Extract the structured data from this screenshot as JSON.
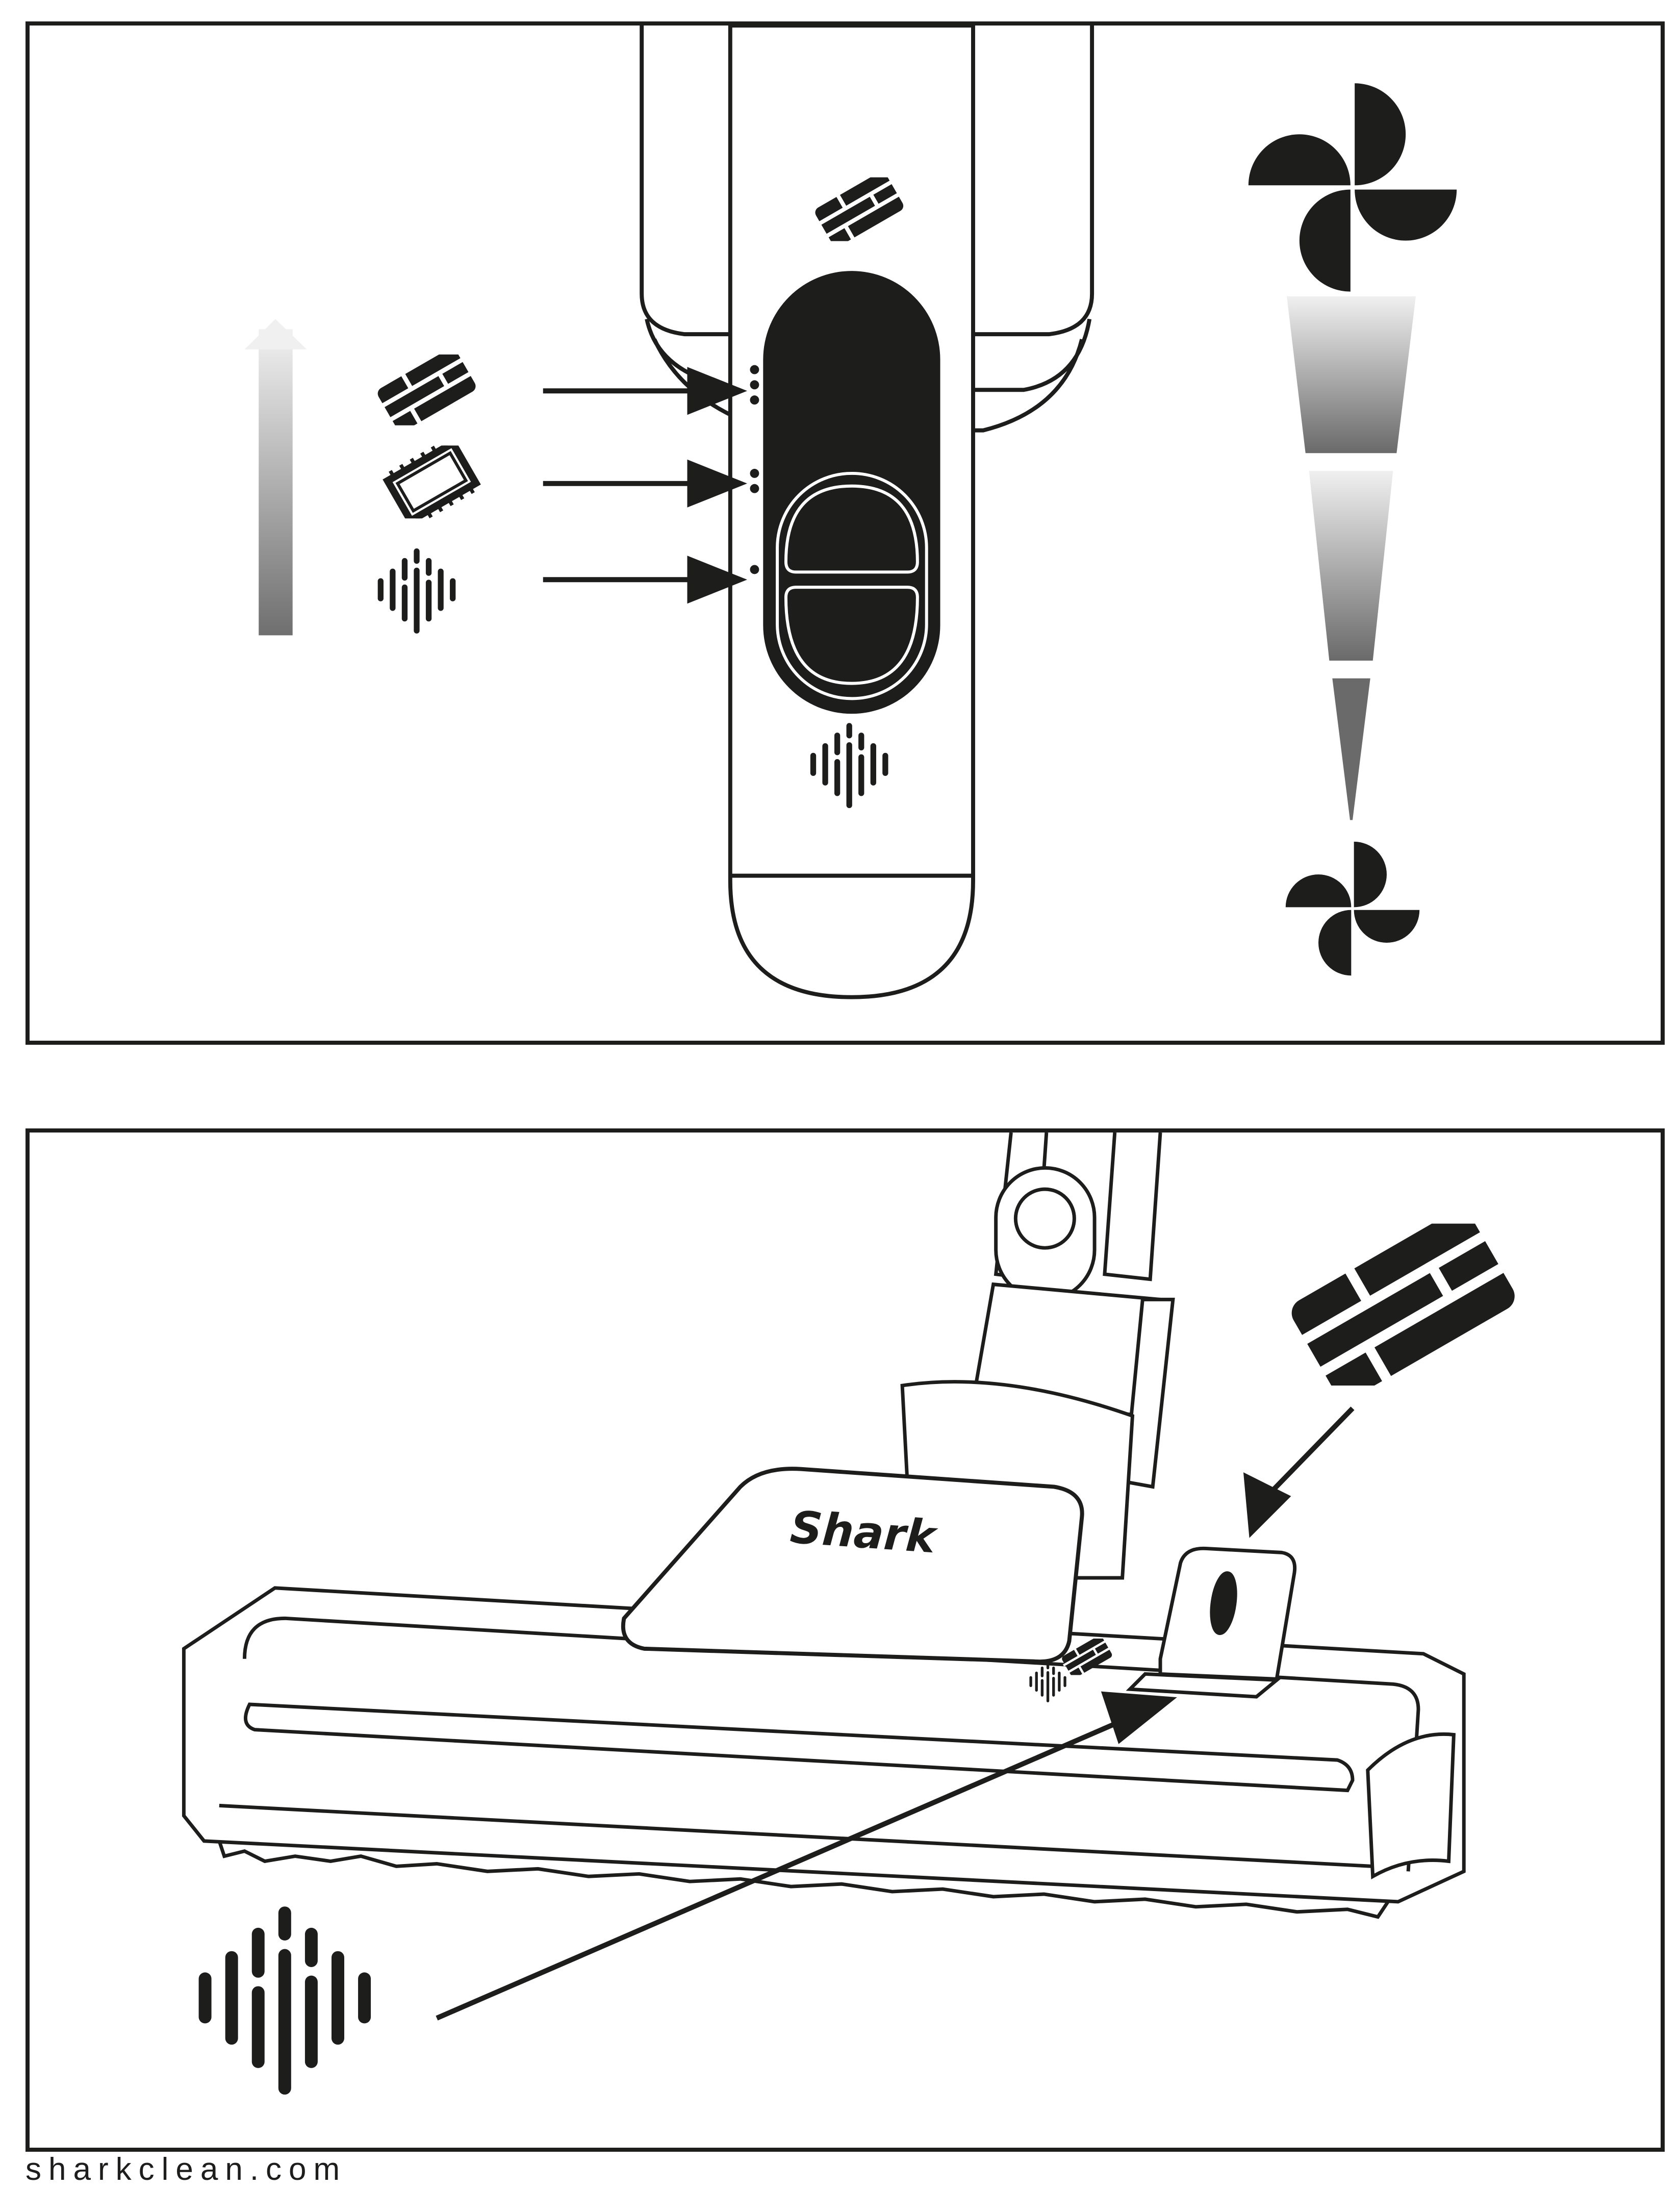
{
  "footer": {
    "website": "sharkclean.com"
  },
  "top_panel": {
    "modes": [
      {
        "name": "hard-floor",
        "icon": "hard-floor-icon",
        "indicator_dots": 3
      },
      {
        "name": "carpet",
        "icon": "carpet-icon",
        "indicator_dots": 2
      },
      {
        "name": "low-pile",
        "icon": "low-pile-icon",
        "indicator_dots": 1
      }
    ],
    "suction_scale": {
      "top_icon": "fan-large-icon",
      "bottom_icon": "fan-small-icon"
    }
  },
  "bottom_panel": {
    "brand": "Shark",
    "callouts": [
      {
        "icon": "hard-floor-icon"
      },
      {
        "icon": "low-pile-icon"
      }
    ]
  },
  "colors": {
    "ink": "#1d1d1b",
    "gray_light": "#e6e6e6",
    "gray_dark": "#6f6f6f"
  }
}
